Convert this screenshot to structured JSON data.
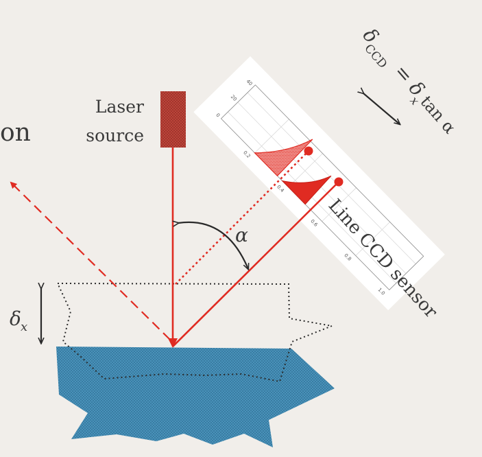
{
  "labels": {
    "partial_left": "on",
    "laser_line1": "Laser",
    "laser_line2": "source",
    "angle": "α",
    "sensor": "Line CCD sensor",
    "displacement": "δ",
    "displacement_sub": "x",
    "formula_lhs": "δ",
    "formula_lhs_sub": "CCD",
    "formula_rhs": "= δ",
    "formula_rhs_sub": "x",
    "formula_tail": " tan α"
  },
  "inset_plot": {
    "y_ticks": [
      "0",
      "20",
      "40"
    ],
    "x_ticks": [
      "0.2",
      "0.4",
      "0.6",
      "0.8",
      "1.0"
    ]
  },
  "colors": {
    "laser": "#e02b22",
    "laser_source": "#b8342b",
    "surface": "#3e8ab0",
    "sensor": "#e6c770",
    "arrow": "#2a2a2a"
  }
}
